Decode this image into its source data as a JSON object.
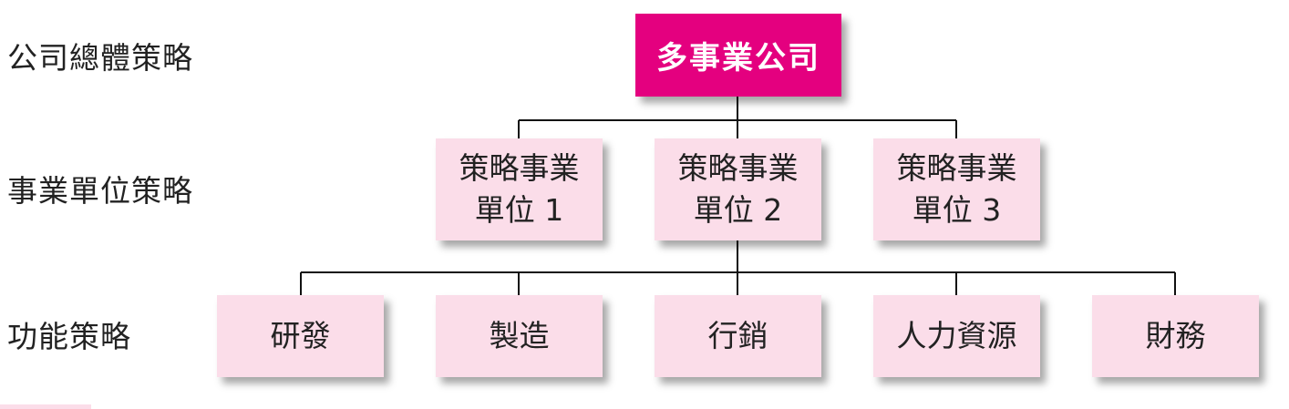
{
  "levels": {
    "corporate": "公司總體策略",
    "business": "事業單位策略",
    "functional": "功能策略"
  },
  "root": {
    "label": "多事業公司"
  },
  "business_units": [
    {
      "line1": "策略事業",
      "line2": "單位 1"
    },
    {
      "line1": "策略事業",
      "line2": "單位 2"
    },
    {
      "line1": "策略事業",
      "line2": "單位 3"
    }
  ],
  "functions": [
    {
      "label": "研發"
    },
    {
      "label": "製造"
    },
    {
      "label": "行銷"
    },
    {
      "label": "人力資源"
    },
    {
      "label": "財務"
    }
  ],
  "colors": {
    "root_fill": "#e4007f",
    "box_fill": "#fbdde9",
    "connector": "#111111"
  }
}
